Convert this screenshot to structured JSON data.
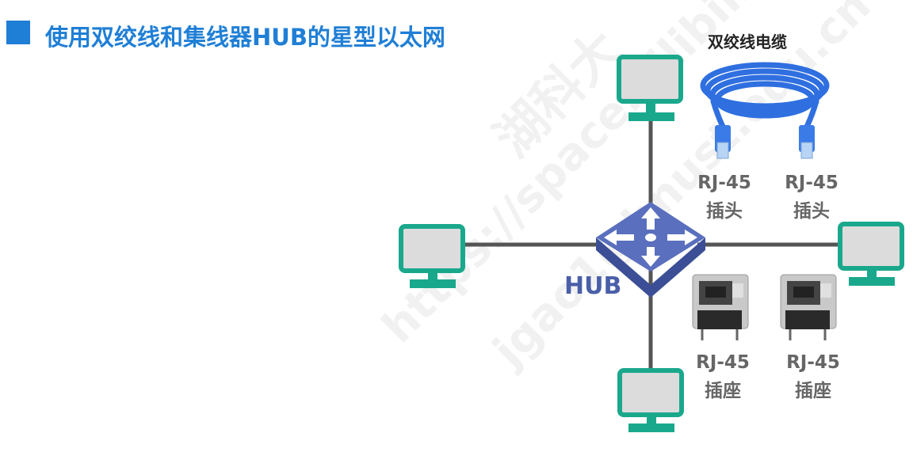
{
  "title": "使用双绞线和集线器HUB的星型以太网",
  "cable_label": "双绞线电缆",
  "hub_label": "HUB",
  "plugs": [
    {
      "line1": "RJ-45",
      "line2": "插头"
    },
    {
      "line1": "RJ-45",
      "line2": "插头"
    }
  ],
  "sockets": [
    {
      "line1": "RJ-45",
      "line2": "插座"
    },
    {
      "line1": "RJ-45",
      "line2": "插座"
    }
  ],
  "watermark": {
    "line1": "湖科大",
    "line2": "https://space.bilibili.com",
    "line3": "jgao1@hnust.edu.cn"
  },
  "colors": {
    "title": "#1f7fd6",
    "monitor": "#1aa88c",
    "hub": "#4a5fa8",
    "cable": "#2f6fe0"
  }
}
